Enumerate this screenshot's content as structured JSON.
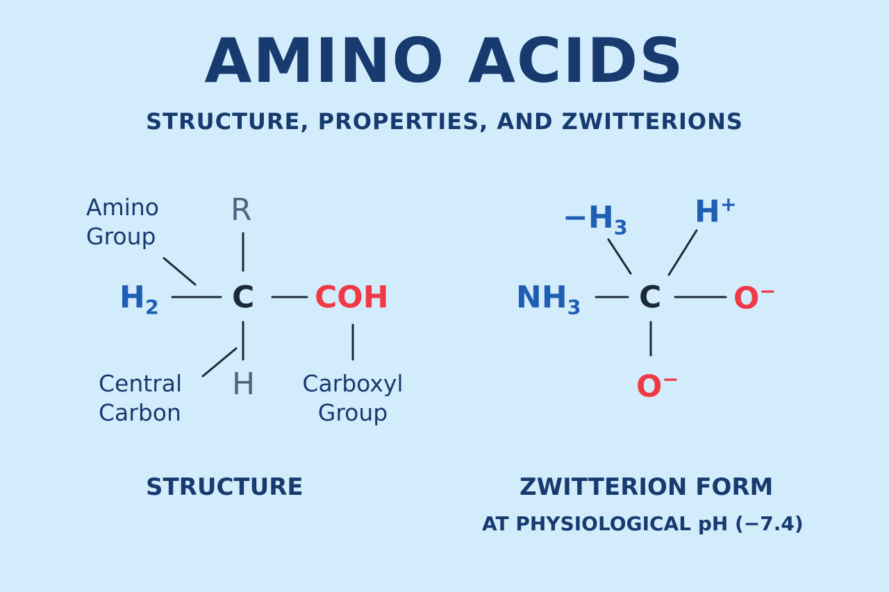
{
  "title": "AMINO ACIDS",
  "subtitle": "STRUCTURE, PROPERTIES, AND ZWITTERIONS",
  "structure": {
    "amino_group_label": [
      "Amino",
      "Group"
    ],
    "central_carbon_label": [
      "Central",
      "Carbon"
    ],
    "carboxyl_group_label": [
      "Carboxyl",
      "Group"
    ],
    "atoms": {
      "r": "R",
      "h_top_left": "H",
      "h_top_left_sub": "2",
      "c": "C",
      "carboxyl": "COH",
      "h_bottom": "H"
    },
    "caption": "STRUCTURE"
  },
  "zwitterion": {
    "atoms": {
      "minus_h": "−H",
      "minus_h_sub": "3",
      "h_plus": "H",
      "h_plus_sup": "+",
      "nh": "NH",
      "nh_sub": "3",
      "c": "C",
      "o_right": "O",
      "o_right_sup": "−",
      "o_bottom": "O",
      "o_bottom_sup": "−"
    },
    "caption": "ZWITTERION FORM",
    "caption_sub": "AT PHYSIOLOGICAL pH (−7.4)"
  },
  "colors": {
    "background": "#d3ecfb",
    "title": "#173a6f",
    "amino": "#1f5fb3",
    "carboxyl": "#ef3a46",
    "carbon": "#1b2a3a"
  }
}
